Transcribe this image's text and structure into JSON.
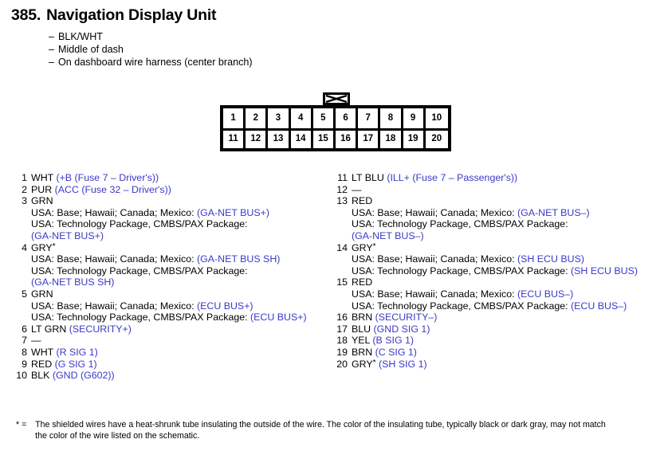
{
  "title": {
    "number": "385.",
    "name": "Navigation Display Unit"
  },
  "subtitles": [
    "BLK/WHT",
    "Middle of dash",
    "On dashboard wire harness (center branch)"
  ],
  "colors": {
    "circuit_blue": "#3a3ac8",
    "text_black": "#000000",
    "background": "#ffffff"
  },
  "connector": {
    "tab_icon": "bowtie-lock-tab-icon",
    "top_row": [
      "1",
      "2",
      "3",
      "4",
      "5",
      "6",
      "7",
      "8",
      "9",
      "10"
    ],
    "bottom_row": [
      "11",
      "12",
      "13",
      "14",
      "15",
      "16",
      "17",
      "18",
      "19",
      "20"
    ]
  },
  "pins_left": [
    {
      "num": "1",
      "lines": [
        [
          {
            "t": "WHT ",
            "c": "black"
          },
          {
            "t": "(+B (Fuse 7 – Driver's))",
            "c": "blue"
          }
        ]
      ]
    },
    {
      "num": "2",
      "lines": [
        [
          {
            "t": "PUR ",
            "c": "black"
          },
          {
            "t": "(ACC (Fuse 32 – Driver's))",
            "c": "blue"
          }
        ]
      ]
    },
    {
      "num": "3",
      "lines": [
        [
          {
            "t": "GRN",
            "c": "black"
          }
        ],
        [
          {
            "t": "USA: Base; Hawaii; Canada; Mexico: ",
            "c": "black"
          },
          {
            "t": "(GA-NET BUS+)",
            "c": "blue"
          }
        ],
        [
          {
            "t": "USA: Technology Package, CMBS/PAX Package:",
            "c": "black"
          }
        ],
        [
          {
            "t": "(GA-NET BUS+)",
            "c": "blue"
          }
        ]
      ]
    },
    {
      "num": "4",
      "lines": [
        [
          {
            "t": "GRY",
            "c": "black"
          },
          {
            "t": "*",
            "c": "black",
            "sup": true
          }
        ],
        [
          {
            "t": "USA: Base; Hawaii; Canada; Mexico: ",
            "c": "black"
          },
          {
            "t": "(GA-NET BUS SH)",
            "c": "blue"
          }
        ],
        [
          {
            "t": "USA: Technology Package, CMBS/PAX Package:",
            "c": "black"
          }
        ],
        [
          {
            "t": "(GA-NET BUS SH)",
            "c": "blue"
          }
        ]
      ]
    },
    {
      "num": "5",
      "lines": [
        [
          {
            "t": "GRN",
            "c": "black"
          }
        ],
        [
          {
            "t": "USA: Base; Hawaii; Canada; Mexico: ",
            "c": "black"
          },
          {
            "t": "(ECU BUS+)",
            "c": "blue"
          }
        ],
        [
          {
            "t": "USA: Technology Package, CMBS/PAX Package: ",
            "c": "black"
          },
          {
            "t": "(ECU BUS+)",
            "c": "blue"
          }
        ]
      ]
    },
    {
      "num": "6",
      "lines": [
        [
          {
            "t": "LT GRN ",
            "c": "black"
          },
          {
            "t": "(SECURITY+)",
            "c": "blue"
          }
        ]
      ]
    },
    {
      "num": "7",
      "lines": [
        [
          {
            "t": "—",
            "c": "black"
          }
        ]
      ]
    },
    {
      "num": "8",
      "lines": [
        [
          {
            "t": "WHT ",
            "c": "black"
          },
          {
            "t": "(R SIG 1)",
            "c": "blue"
          }
        ]
      ]
    },
    {
      "num": "9",
      "lines": [
        [
          {
            "t": "RED ",
            "c": "black"
          },
          {
            "t": "(G SIG 1)",
            "c": "blue"
          }
        ]
      ]
    },
    {
      "num": "10",
      "lines": [
        [
          {
            "t": "BLK ",
            "c": "black"
          },
          {
            "t": "(GND (G602))",
            "c": "blue"
          }
        ]
      ]
    }
  ],
  "pins_right": [
    {
      "num": "11",
      "lines": [
        [
          {
            "t": "LT BLU ",
            "c": "black"
          },
          {
            "t": "(ILL+ (Fuse 7 – Passenger's))",
            "c": "blue"
          }
        ]
      ]
    },
    {
      "num": "12",
      "lines": [
        [
          {
            "t": "—",
            "c": "black"
          }
        ]
      ]
    },
    {
      "num": "13",
      "lines": [
        [
          {
            "t": "RED",
            "c": "black"
          }
        ],
        [
          {
            "t": "USA: Base; Hawaii; Canada; Mexico: ",
            "c": "black"
          },
          {
            "t": "(GA-NET BUS–)",
            "c": "blue"
          }
        ],
        [
          {
            "t": "USA: Technology Package, CMBS/PAX Package:",
            "c": "black"
          }
        ],
        [
          {
            "t": "(GA-NET BUS–)",
            "c": "blue"
          }
        ]
      ]
    },
    {
      "num": "14",
      "lines": [
        [
          {
            "t": "GRY",
            "c": "black"
          },
          {
            "t": "*",
            "c": "black",
            "sup": true
          }
        ],
        [
          {
            "t": "USA: Base; Hawaii; Canada; Mexico: ",
            "c": "black"
          },
          {
            "t": "(SH ECU BUS)",
            "c": "blue"
          }
        ],
        [
          {
            "t": "USA: Technology Package, CMBS/PAX Package: ",
            "c": "black"
          },
          {
            "t": "(SH ECU BUS)",
            "c": "blue"
          }
        ]
      ]
    },
    {
      "num": "15",
      "lines": [
        [
          {
            "t": "RED",
            "c": "black"
          }
        ],
        [
          {
            "t": "USA: Base; Hawaii; Canada; Mexico: ",
            "c": "black"
          },
          {
            "t": "(ECU BUS–)",
            "c": "blue"
          }
        ],
        [
          {
            "t": "USA: Technology Package, CMBS/PAX Package: ",
            "c": "black"
          },
          {
            "t": "(ECU BUS–)",
            "c": "blue"
          }
        ]
      ]
    },
    {
      "num": "16",
      "lines": [
        [
          {
            "t": "BRN ",
            "c": "black"
          },
          {
            "t": "(SECURITY–)",
            "c": "blue"
          }
        ]
      ]
    },
    {
      "num": "17",
      "lines": [
        [
          {
            "t": "BLU ",
            "c": "black"
          },
          {
            "t": "(GND SIG 1)",
            "c": "blue"
          }
        ]
      ]
    },
    {
      "num": "18",
      "lines": [
        [
          {
            "t": "YEL ",
            "c": "black"
          },
          {
            "t": "(B SIG 1)",
            "c": "blue"
          }
        ]
      ]
    },
    {
      "num": "19",
      "lines": [
        [
          {
            "t": "BRN ",
            "c": "black"
          },
          {
            "t": "(C SIG 1)",
            "c": "blue"
          }
        ]
      ]
    },
    {
      "num": "20",
      "lines": [
        [
          {
            "t": "GRY",
            "c": "black"
          },
          {
            "t": "*",
            "c": "black",
            "sup": true
          },
          {
            "t": " (SH SIG 1)",
            "c": "blue"
          }
        ]
      ]
    }
  ],
  "footnote": {
    "marker": "* =",
    "text": "The shielded wires have a heat-shrunk tube insulating the outside of the wire. The color of the insulating tube, typically black or dark gray, may not match the color of the wire listed on the schematic."
  }
}
